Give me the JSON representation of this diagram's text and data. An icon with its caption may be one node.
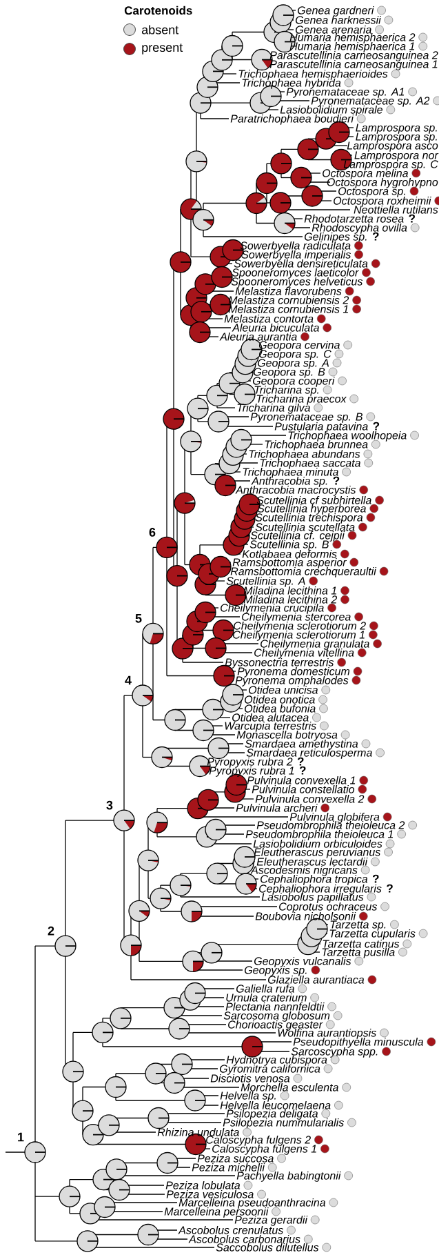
{
  "diagram": {
    "labels": [
      "Carotenoids",
      "Genea gardneri",
      "Genea harknessii",
      "Genea arenaria",
      "Humaria hemisphaerica 2",
      "Humaria hemisphaerica 1",
      "Parascutellinia carneosanguinea 2",
      "Parascutellinia carneosanguinea 1",
      "Trichophaea hemisphaerioides",
      "Trichophaea hybrida",
      "Pyronemataceae sp. A1",
      "Pyronemataceae sp. A2",
      "Lasiobolidium spirale",
      "Paratrichophaea boudieri",
      "Lamprospora sp.",
      "Lamprospora sp.",
      "Lamprospora asco",
      "Lamprospora nor",
      "Lamprospora sp. C",
      "Octospora melina",
      "Octospora hygrohypno",
      "Octospora sp.",
      "Octospora roxheimii",
      "Neottiella rutilans",
      "Rhodotarzetta rosea",
      "?",
      "Rhodoscypha ovilla",
      "Gelinipes sp.",
      "?",
      "Sowerbyella radiculata",
      "Sowerbyella imperialis",
      "Sowerbyella densireticulata",
      "Spooneromyces laeticolor",
      "Spooneromyces helveticus",
      "Melastiza flavorubens",
      "Melastiza cornubiensis 2",
      "Melastiza cornubiensis 1",
      "Melastiza contorta",
      "Aleuria bicuculata",
      "Aleuria aurantia",
      "Geopora cervina",
      "Geopora sp. C",
      "Geopora sp. A",
      "Geopora sp. B",
      "Geopora cooperi",
      "Tricharina sp.",
      "Tricharina praecox",
      "Tricharina gilva",
      "Pyronemataceae sp. B",
      "Pustularia patavina",
      "?",
      "Trichophaea woolhopeia",
      "Trichophaea brunnea",
      "Trichophaea abundans",
      "Trichophaea saccata",
      "Trichophaea minuta",
      "Anthracobia sp.",
      "?",
      "Anthracobia macrocystis",
      "Scutellinia cf subhirtella",
      "Scutellinia hyperborea",
      "Scutellinia trechispora",
      "Scutellinia scutellata",
      "6",
      "Scutellinia cf. cejpii",
      "Scutellinia sp. B",
      "Kotlabaea deformis",
      "Ramsbottomia asperior",
      "Ramsbottomia crechqueraultii",
      "Scutellinia sp. A",
      "Miladina lecithina 1",
      "Miladina lecithina 2",
      "Cheilymenia crucipila",
      "5",
      "Cheilymenia stercorea",
      "Cheilymenia sclerotiorum 2",
      "Cheilymenia sclerotiorum 1",
      "Cheilymenia granulata",
      "Cheilymenia vitellina",
      "Byssonectria terrestris",
      "Pyronema domesticum",
      "4",
      "Pyronema omphalodes",
      "Otidea unicisa",
      "Otidea onotica",
      "Otidea bufonia",
      "Otidea alutacea",
      "Warcupia terrestris",
      "Monascella botryosa",
      "Smardaea amethystina",
      "Smardaea reticulosperma",
      "Pyropyxis rubra 2",
      "?",
      "Pyropyxis rubra 1",
      "?",
      "Pulvinula convexella 1",
      "Pulvinula constellatio",
      "Pulvinula convexella 2",
      "3",
      "Pulvinula archeri",
      "Pulvinula globifera",
      "Pseudombrophila theioleuca 2",
      "Pseudombrophila theioleuca 1",
      "Lasiobolidium orbiculoides",
      "Eleutherascus peruvianus",
      "Eleutherascus lectardii",
      "Ascodesmis nigricans",
      "Cephaliophora tropica",
      "?",
      "Cephaliophora irregularis",
      "?",
      "Lasiobolus papillatus",
      "Coprotus ochraceus",
      "Boubovia nicholsonii",
      "Tarzetta sp.",
      "2",
      "Tarzetta cupularis",
      "Tarzetta catinus",
      "Tarzetta pusilla",
      "Geopyxis vulcanalis",
      "Geopyxis sp.",
      "Glaziella aurantiaca",
      "Galiella rufa",
      "Urnula craterium",
      "Plectania nannfeldtii",
      "Sarcosoma globosum",
      "Chorioactis geaster",
      "Wolfina aurantiopsis",
      "Pseudopithyella minuscula",
      "Sarcoscypha spp.",
      "Hydnotrya cubispora",
      "Gyromitra californica",
      "Disciotis venosa",
      "Morchella esculenta",
      "Helvella sp.",
      "Helvella leucomelaena",
      "Psilopezia deligata",
      "Psilopezia nummularialis",
      "Rhizina undulata",
      "1",
      "Caloscypha fulgens 2",
      "Caloscypha fulgens 1",
      "Peziza succosa",
      "Peziza michelii",
      "Pachyella babingtonii",
      "Peziza lobulata",
      "Peziza vesiculosa",
      "Marcelleina pseudoanthracina",
      "Marcelleina persoonii",
      "Peziza gerardii",
      "Ascobolus crenulatus",
      "Ascobolus carbonarius",
      "Saccobolus dilutellus"
    ],
    "legend": [
      {
        "text": "absent",
        "color": "#dcdcdc"
      },
      {
        "text": "present",
        "color": "#a6141a"
      }
    ]
  }
}
